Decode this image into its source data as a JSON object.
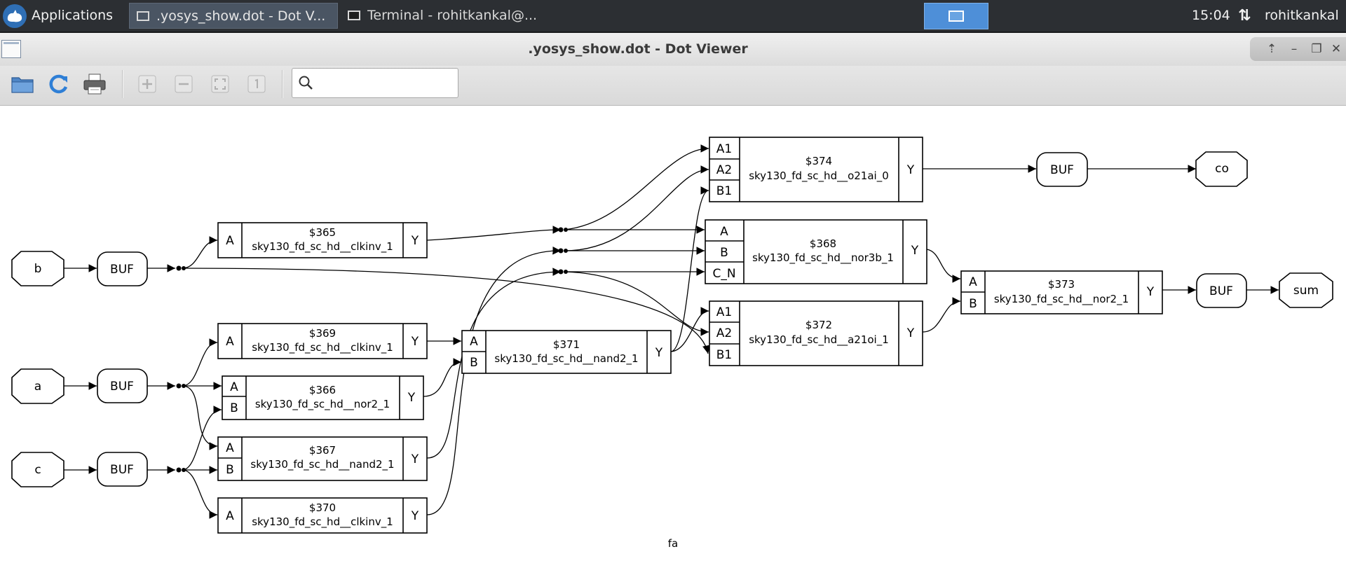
{
  "panel": {
    "applications_label": "Applications",
    "tasks": [
      {
        "label": ".yosys_show.dot - Dot V...",
        "active": true
      },
      {
        "label": "Terminal - rohitkankal@...",
        "active": false
      }
    ],
    "clock": "15:04",
    "username": "rohitkankal"
  },
  "window": {
    "title": ".yosys_show.dot - Dot Viewer"
  },
  "toolbar": {
    "icons": [
      "open-icon",
      "reload-icon",
      "print-icon",
      "zoom-in-icon",
      "zoom-out-icon",
      "zoom-fit-icon",
      "zoom-100-icon",
      "search-icon"
    ],
    "search_placeholder": "",
    "search_value": ""
  },
  "graph": {
    "label": "fa",
    "inputs": [
      "b",
      "a",
      "c"
    ],
    "outputs": [
      "co",
      "sum"
    ],
    "buffers": [
      "BUF",
      "BUF",
      "BUF",
      "BUF",
      "BUF"
    ],
    "cells": [
      {
        "id": "$365",
        "type": "sky130_fd_sc_hd__clkinv_1",
        "inputs": [
          "A"
        ],
        "output": "Y"
      },
      {
        "id": "$369",
        "type": "sky130_fd_sc_hd__clkinv_1",
        "inputs": [
          "A"
        ],
        "output": "Y"
      },
      {
        "id": "$366",
        "type": "sky130_fd_sc_hd__nor2_1",
        "inputs": [
          "A",
          "B"
        ],
        "output": "Y"
      },
      {
        "id": "$367",
        "type": "sky130_fd_sc_hd__nand2_1",
        "inputs": [
          "A",
          "B"
        ],
        "output": "Y"
      },
      {
        "id": "$370",
        "type": "sky130_fd_sc_hd__clkinv_1",
        "inputs": [
          "A"
        ],
        "output": "Y"
      },
      {
        "id": "$371",
        "type": "sky130_fd_sc_hd__nand2_1",
        "inputs": [
          "A",
          "B"
        ],
        "output": "Y"
      },
      {
        "id": "$374",
        "type": "sky130_fd_sc_hd__o21ai_0",
        "inputs": [
          "A1",
          "A2",
          "B1"
        ],
        "output": "Y"
      },
      {
        "id": "$368",
        "type": "sky130_fd_sc_hd__nor3b_1",
        "inputs": [
          "A",
          "B",
          "C_N"
        ],
        "output": "Y"
      },
      {
        "id": "$372",
        "type": "sky130_fd_sc_hd__a21oi_1",
        "inputs": [
          "A1",
          "A2",
          "B1"
        ],
        "output": "Y"
      },
      {
        "id": "$373",
        "type": "sky130_fd_sc_hd__nor2_1",
        "inputs": [
          "A",
          "B"
        ],
        "output": "Y"
      }
    ]
  }
}
